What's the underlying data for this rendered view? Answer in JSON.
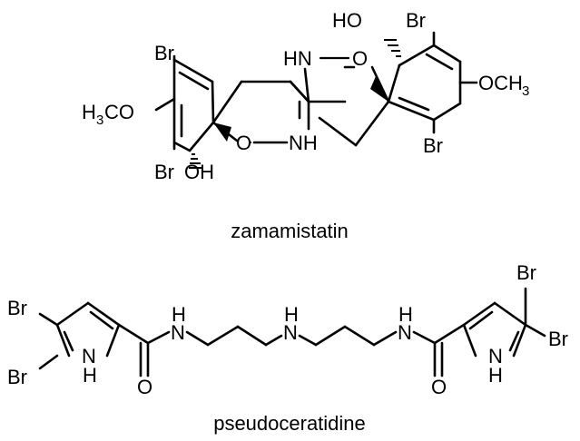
{
  "compounds": [
    {
      "name": "zamamistatin",
      "atoms": {
        "br1": "Br",
        "br2": "Br",
        "br3": "Br",
        "br4": "Br",
        "h3co": "H",
        "h3co_sub": "3",
        "h3co_rest": "CO",
        "och3": "OCH",
        "och3_sub": "3",
        "ho": "HO",
        "oh": "OH",
        "hn": "HN",
        "nh": "NH",
        "o_top": "O",
        "o_bot": "O"
      }
    },
    {
      "name": "pseudoceratidine",
      "atoms": {
        "br_l1": "Br",
        "br_l2": "Br",
        "br_r1": "Br",
        "br_r2": "Br",
        "n_pyr_l": "N",
        "h_pyr_l": "H",
        "n_pyr_r": "N",
        "h_pyr_r": "H",
        "n_amide_l": "N",
        "h_amide_l": "H",
        "n_mid": "N",
        "h_mid": "H",
        "n_amide_r": "N",
        "h_amide_r": "H",
        "o_l": "O",
        "o_r": "O"
      }
    }
  ]
}
